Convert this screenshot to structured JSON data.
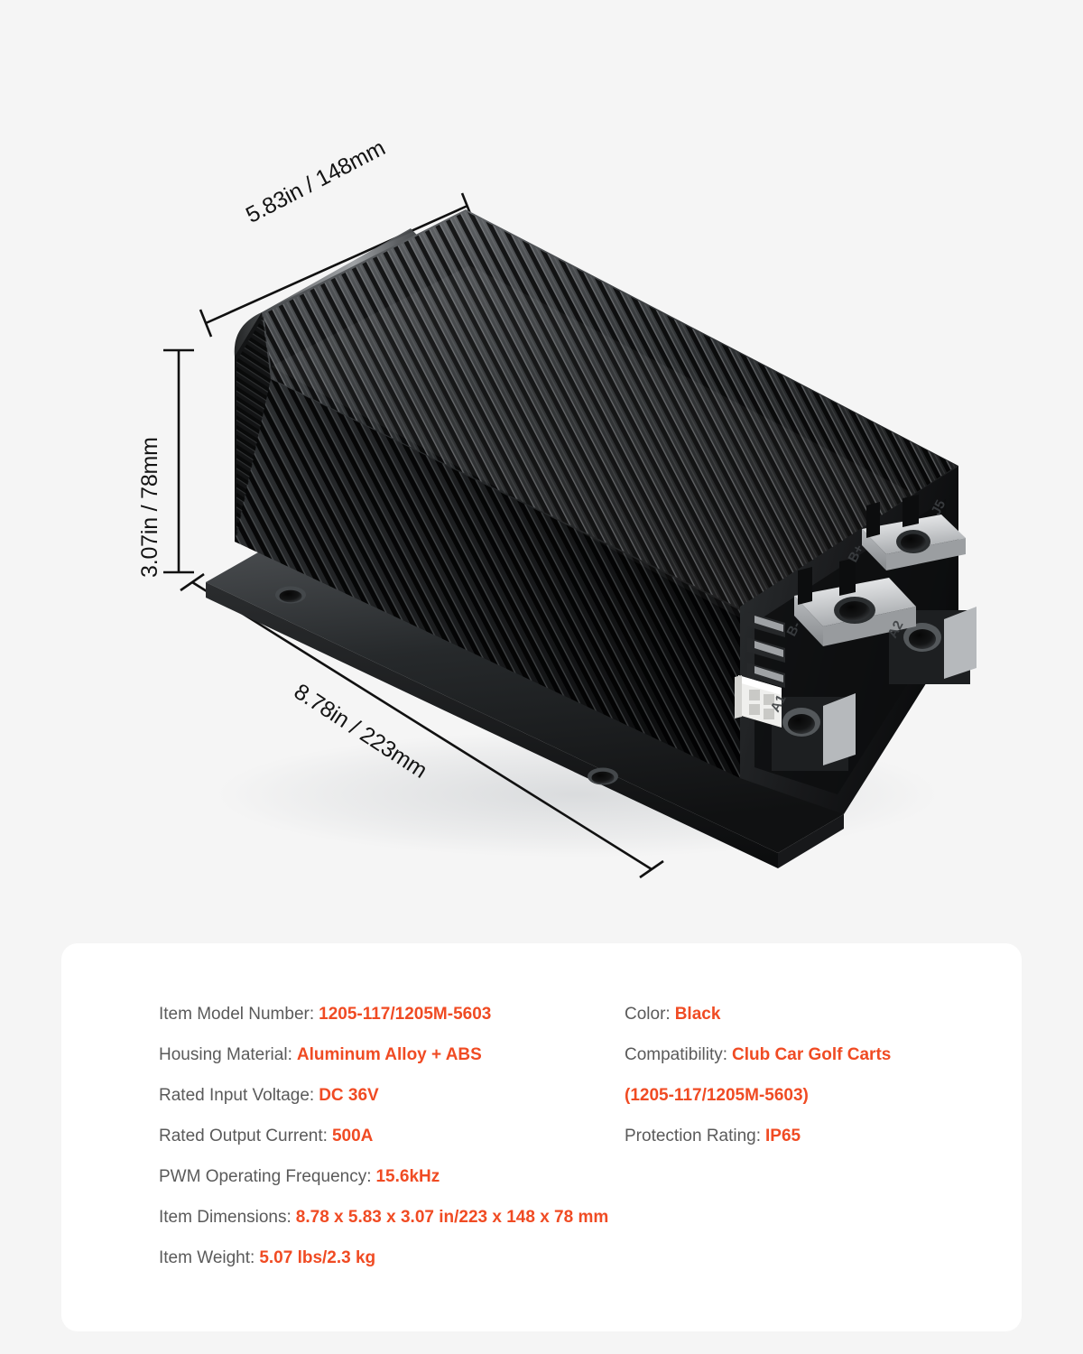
{
  "background_color": "#f5f5f5",
  "accent_color": "#f04b23",
  "label_color": "#5a5a5a",
  "card": {
    "background": "#ffffff"
  },
  "product": {
    "name": "dc-motor-controller",
    "body_color": "#1a1a1a",
    "terminal_labels": [
      "B-",
      "B+",
      "A1",
      "A2",
      "J5"
    ],
    "connector": "white-molex-connector",
    "mounting_holes": 2,
    "fin_count": 34
  },
  "dimensions": {
    "width": {
      "name": "width",
      "text": "5.83in / 148mm"
    },
    "height": {
      "name": "height",
      "text": "3.07in / 78mm"
    },
    "length": {
      "name": "length",
      "text": "8.78in / 223mm"
    }
  },
  "specs": {
    "left": [
      {
        "label": "Item Model Number:",
        "value": "1205-117/1205M-5603"
      },
      {
        "label": "Housing Material:",
        "value": "Aluminum Alloy + ABS"
      },
      {
        "label": "Rated Input Voltage:",
        "value": "DC 36V"
      },
      {
        "label": "Rated Output Current:",
        "value": "500A"
      },
      {
        "label": "PWM Operating Frequency:",
        "value": "15.6kHz"
      },
      {
        "label": "Item Dimensions:",
        "value": "8.78 x 5.83 x 3.07 in/223 x 148 x 78 mm"
      },
      {
        "label": "Item Weight:",
        "value": "5.07 lbs/2.3 kg"
      }
    ],
    "right": [
      {
        "label": "Color:",
        "value": "Black"
      },
      {
        "label": "Compatibility:",
        "value": "Club Car Golf Carts"
      },
      {
        "label": "",
        "value": "(1205-117/1205M-5603)"
      },
      {
        "label": "Protection Rating:",
        "value": "IP65"
      }
    ]
  }
}
